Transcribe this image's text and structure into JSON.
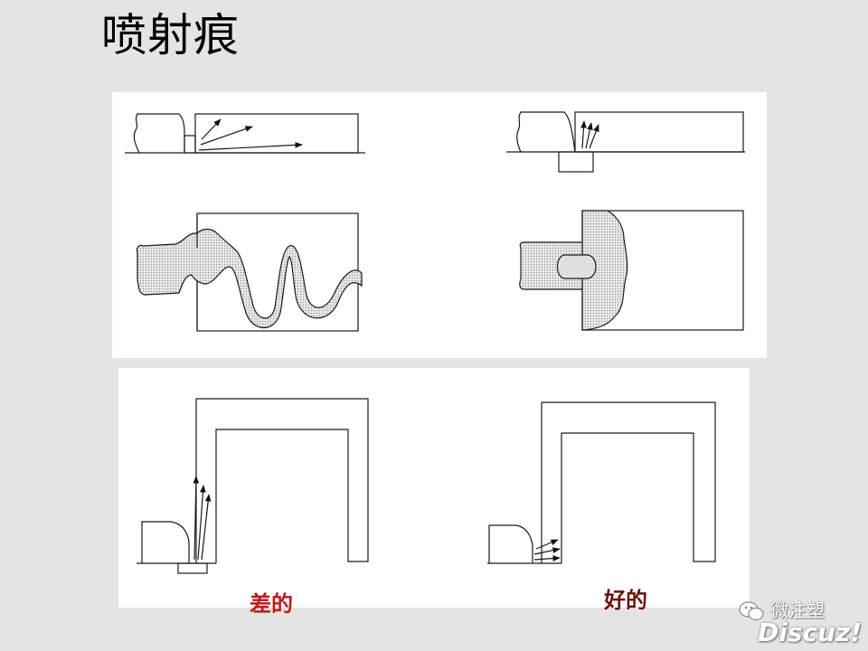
{
  "page": {
    "title": "喷射痕"
  },
  "captions": {
    "bad": "差的",
    "good": "好的"
  },
  "colors": {
    "background": "#e4e4e4",
    "panel": "#ffffff",
    "line": "#1a1a1a",
    "melt_fill": "#d8d8d8",
    "caption_bad": "#c21818",
    "caption_good": "#6d1010"
  },
  "watermark": {
    "logo_icon": "wechat-icon",
    "name": "微注塑",
    "brand": "Discuz!"
  }
}
